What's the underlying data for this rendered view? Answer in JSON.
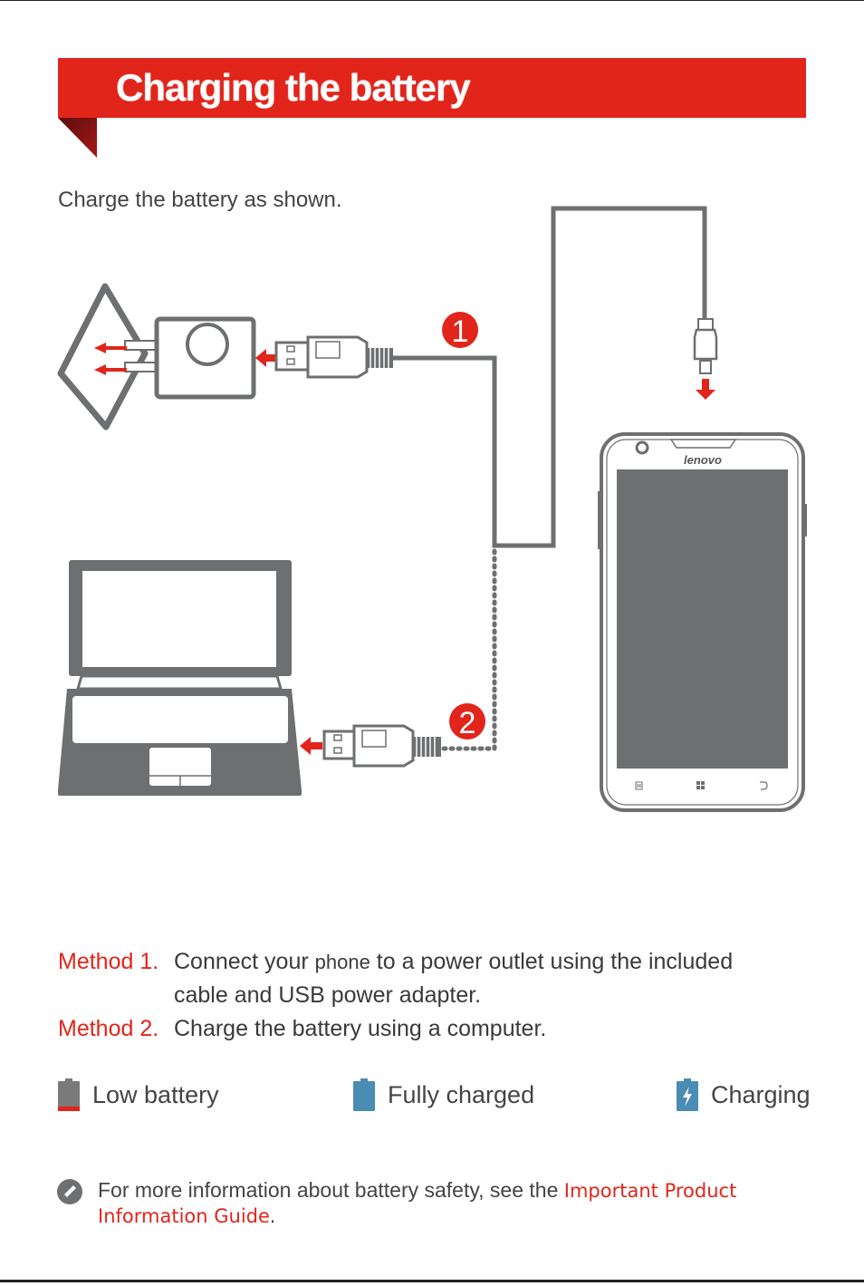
{
  "header": {
    "title": "Charging the battery"
  },
  "intro": "Charge the battery as shown.",
  "diagram": {
    "step_1": "1",
    "step_2": "2",
    "phone_brand": "lenovo"
  },
  "methods": [
    {
      "label": "Method 1.",
      "text_before": "Connect your ",
      "text_small": "phone",
      "text_after": " to a power outlet using the included",
      "text_line2": "cable and USB power adapter."
    },
    {
      "label": "Method 2.",
      "text": "Charge the battery using a computer."
    }
  ],
  "legend": [
    {
      "label": "Low battery",
      "icon": "battery-low-icon",
      "color": "#7a7a7a",
      "accent": "#e1251b"
    },
    {
      "label": "Fully charged",
      "icon": "battery-full-icon",
      "color": "#4a8cb3"
    },
    {
      "label": "Charging",
      "icon": "battery-charging-icon",
      "color": "#4a8cb3"
    }
  ],
  "note": {
    "icon": "pencil-note-icon",
    "text": "For more information about battery safety, see the ",
    "link": "Important Product Information Guide",
    "end": "."
  },
  "colors": {
    "accent": "#e1251b",
    "gray": "#6e6f70",
    "dark": "#3a3a3a"
  }
}
